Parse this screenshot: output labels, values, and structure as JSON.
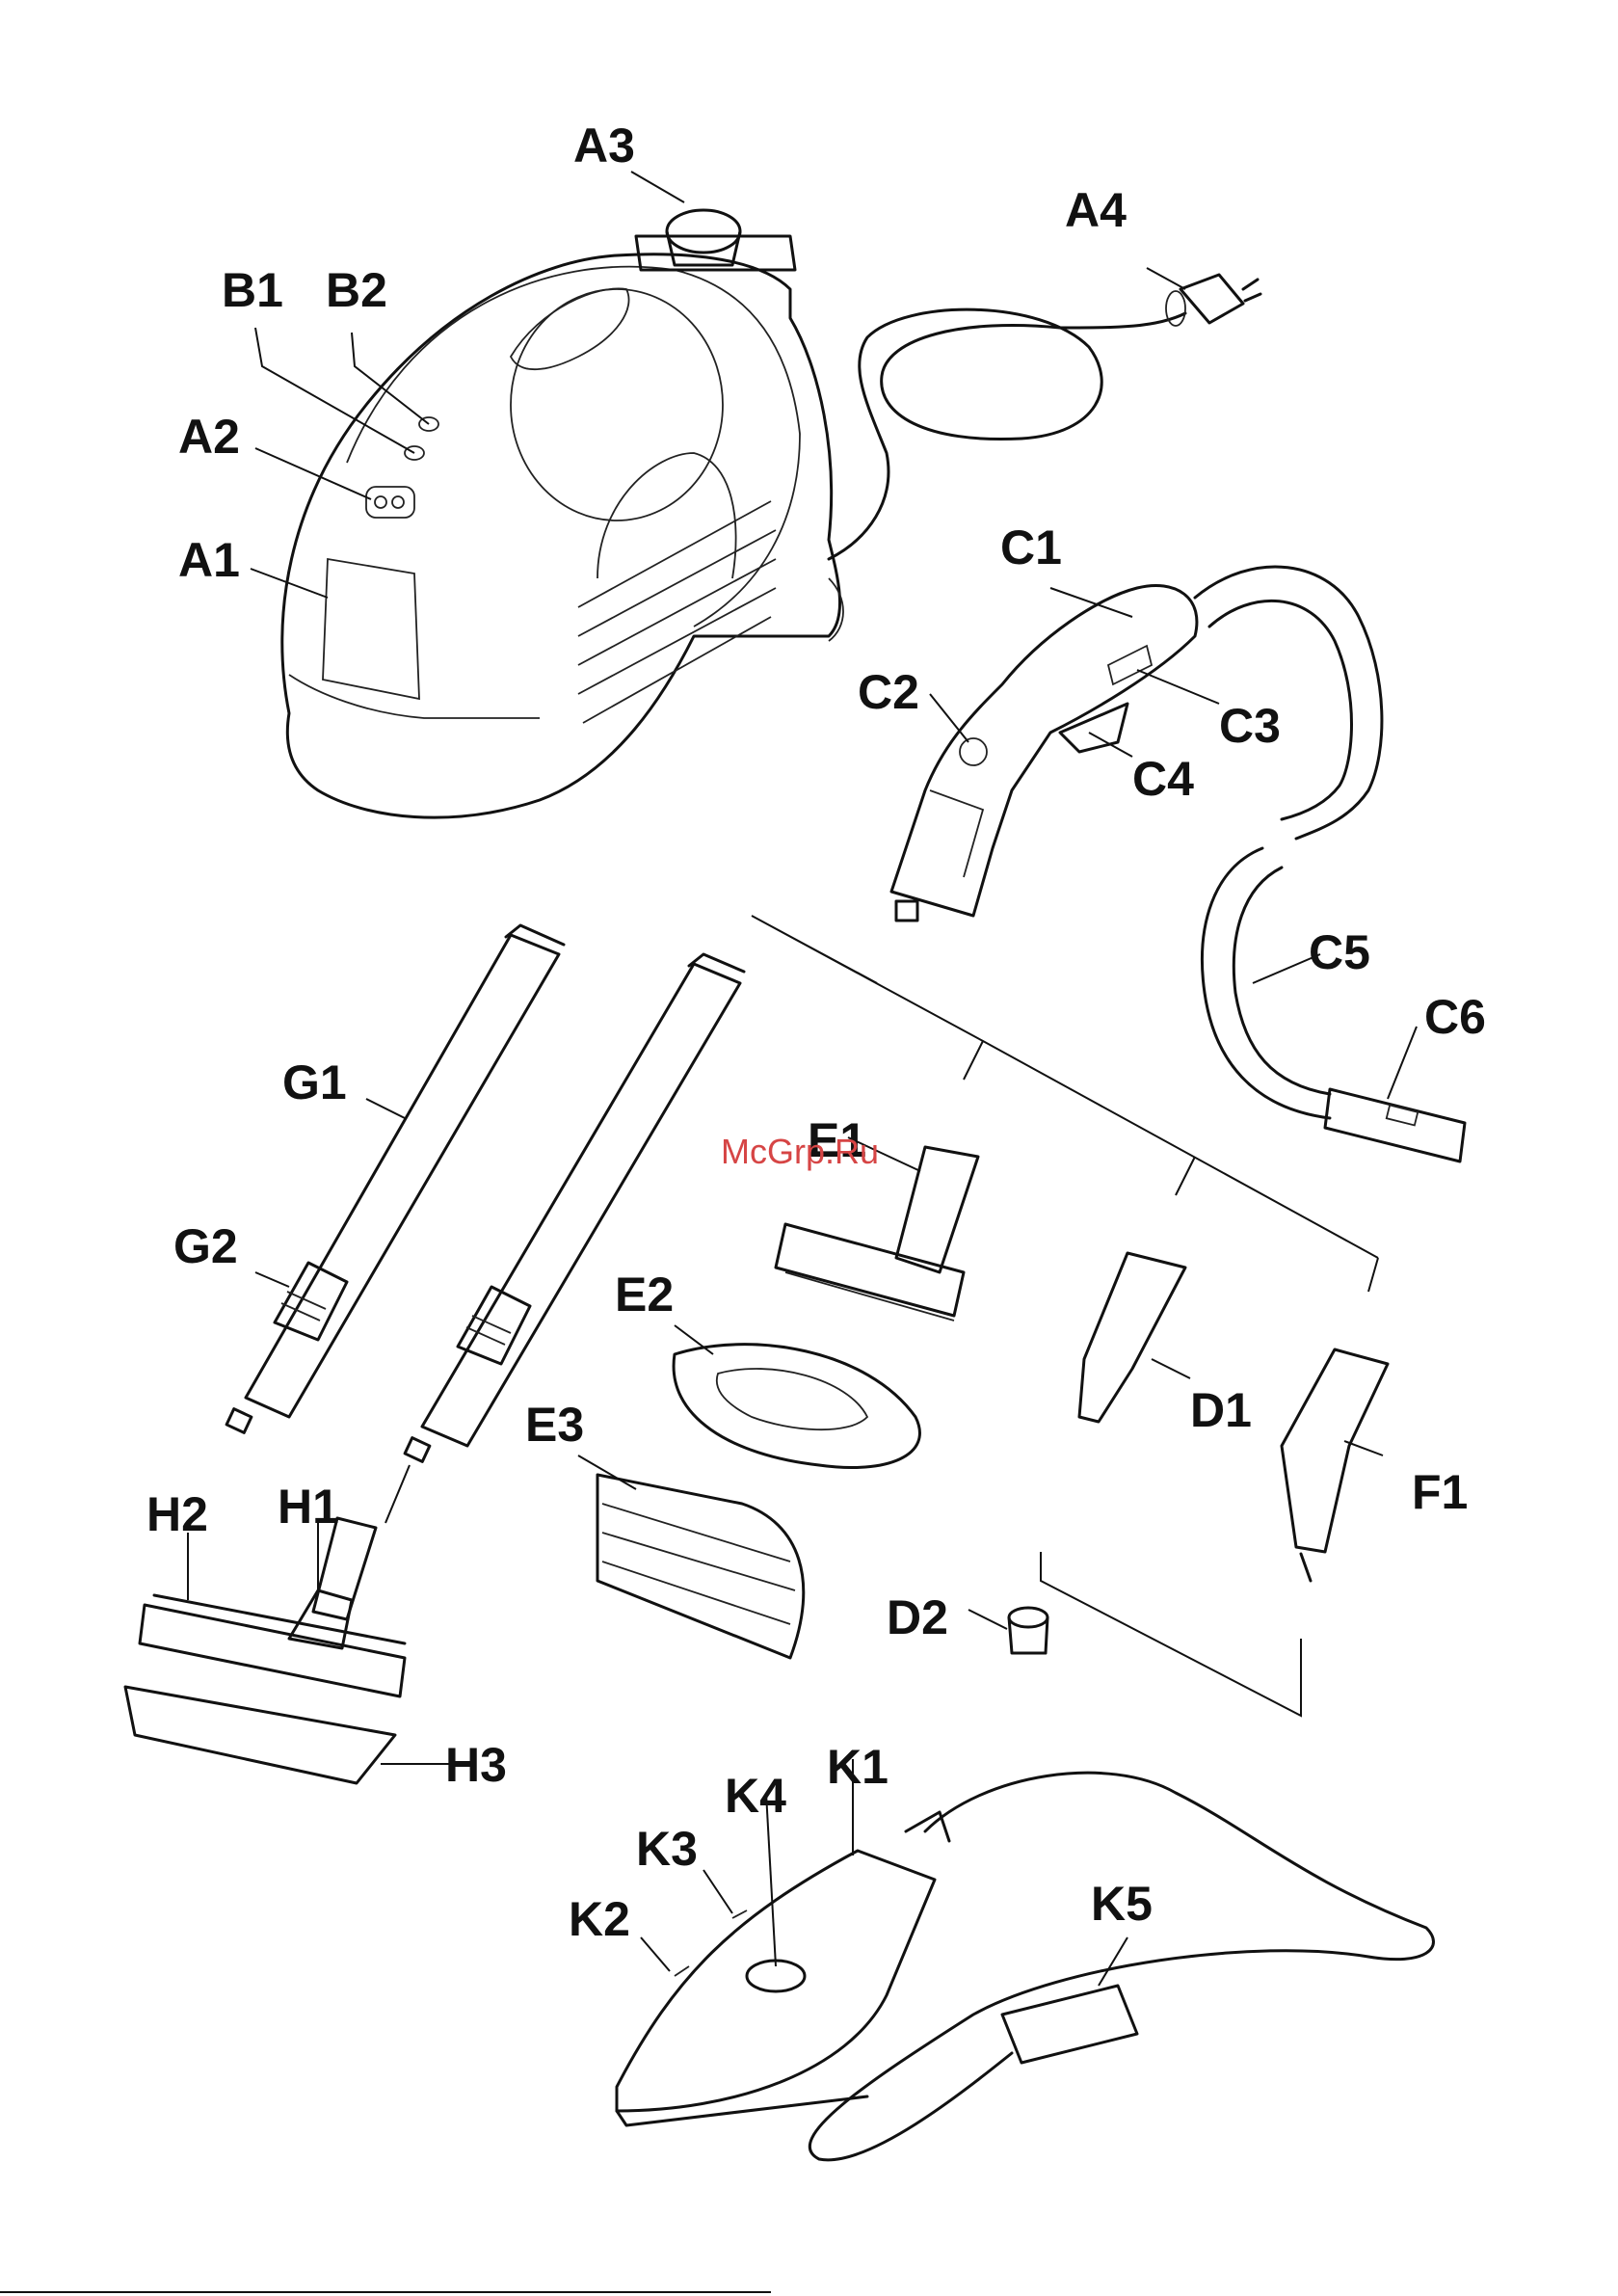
{
  "watermark": "McGrp.Ru",
  "labels": {
    "A1": "A1",
    "A2": "A2",
    "A3": "A3",
    "A4": "A4",
    "B1": "B1",
    "B2": "B2",
    "C1": "C1",
    "C2": "C2",
    "C3": "C3",
    "C4": "C4",
    "C5": "C5",
    "C6": "C6",
    "D1": "D1",
    "D2": "D2",
    "E1": "E1",
    "E2": "E2",
    "E3": "E3",
    "F1": "F1",
    "G1": "G1",
    "G2": "G2",
    "H1": "H1",
    "H2": "H2",
    "H3": "H3",
    "K1": "K1",
    "K2": "K2",
    "K3": "K3",
    "K4": "K4",
    "K5": "K5"
  }
}
